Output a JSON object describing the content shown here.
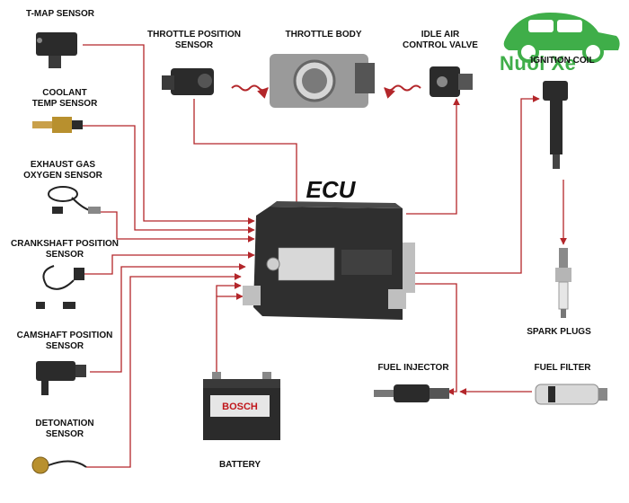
{
  "title": "ECU",
  "components": {
    "tmap": [
      "T-MAP SENSOR"
    ],
    "coolant": [
      "COOLANT",
      "TEMP SENSOR"
    ],
    "oxygen": [
      "EXHAUST GAS",
      "OXYGEN SENSOR"
    ],
    "crank": [
      "CRANKSHAFT POSITION",
      "SENSOR"
    ],
    "cam": [
      "CAMSHAFT POSITION",
      "SENSOR"
    ],
    "detonation": [
      "DETONATION",
      "SENSOR"
    ],
    "tps": [
      "THROTTLE POSITION",
      "SENSOR"
    ],
    "throttle_body": [
      "THROTTLE BODY"
    ],
    "iac": [
      "IDLE AIR",
      "CONTROL VALVE"
    ],
    "coil": [
      "IGNITION COIL"
    ],
    "spark": [
      "SPARK PLUGS"
    ],
    "injector": [
      "FUEL INJECTOR"
    ],
    "filter": [
      "FUEL FILTER"
    ],
    "battery": [
      "BATTERY"
    ]
  },
  "battery_brand": "BOSCH",
  "logo": {
    "text": "Nuôi Xe",
    "color": "#3fae49"
  },
  "colors": {
    "wire": "#b3262a",
    "device": "#2b2b2b",
    "ecu": "#2f2f2f"
  }
}
